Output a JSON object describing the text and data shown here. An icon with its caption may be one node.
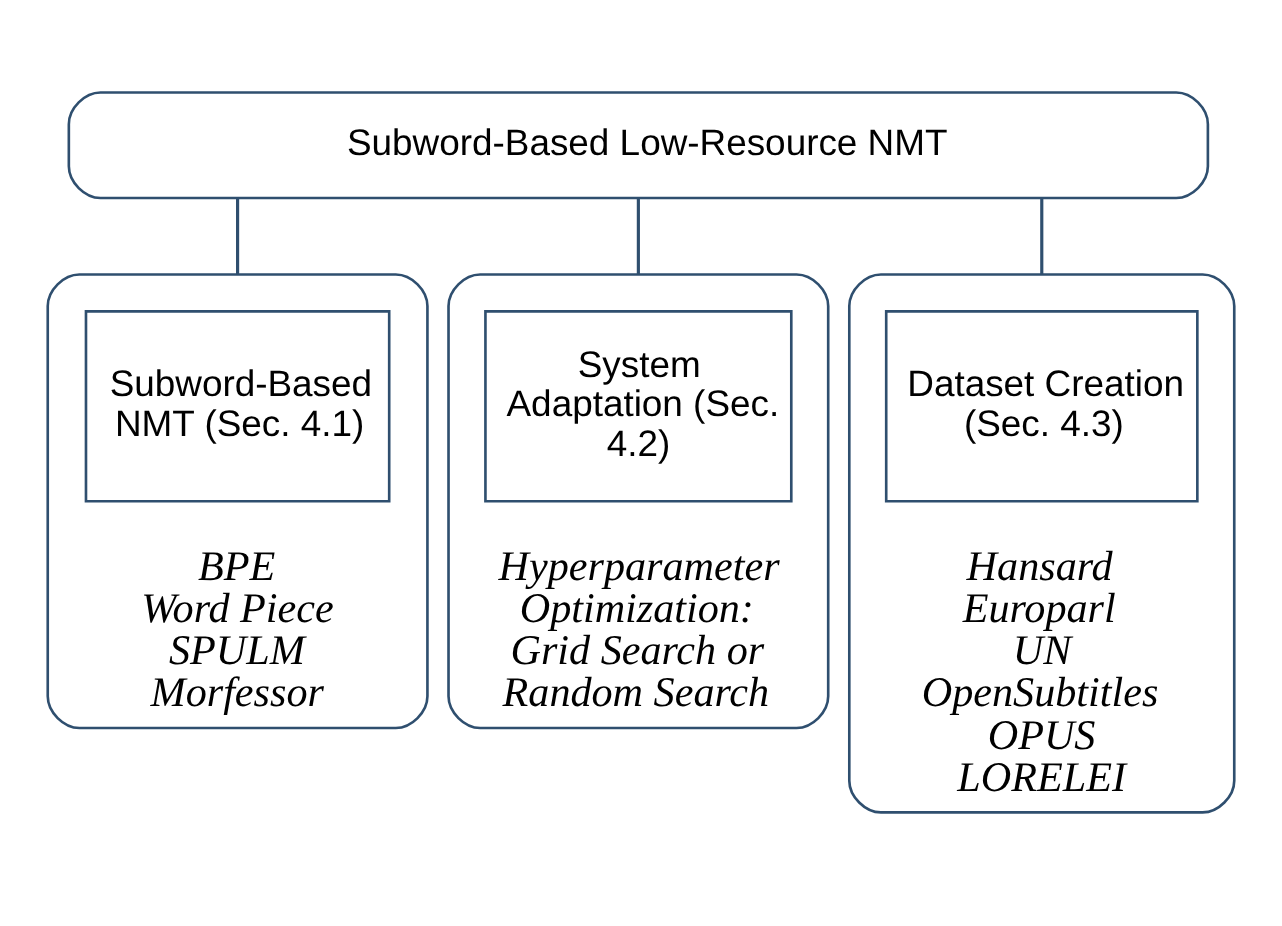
{
  "diagram": {
    "nodes": [
      {
        "text": [
          "Subword-Based Low-Resource NMT"
        ]
      },
      {
        "text": [
          "BPE",
          "Word Piece",
          "SPULM",
          "Morfessor"
        ]
      },
      {
        "text": [
          "Subword-Based NMT (Sec. 4.1)"
        ],
        "in": 1
      },
      {
        "text": [
          "Hyperparameter Optimization: Grid Search or Random Search"
        ]
      },
      {
        "text": [
          "System Adaptation (Sec. 4.2)"
        ],
        "in": 3
      },
      {
        "text": [
          "Hansard",
          "Europarl",
          "UN",
          "OpenSubtitles",
          "OPUS",
          "LORELEI"
        ]
      },
      {
        "text": [
          "Dataset Creation (Sec. 4.3)"
        ],
        "in": 5
      }
    ],
    "edges": [
      {
        "from": 0,
        "to": 1,
        "arrow": "none"
      },
      {
        "from": 0,
        "to": 3,
        "arrow": "none"
      },
      {
        "from": 0,
        "to": 5,
        "arrow": "none"
      }
    ]
  }
}
